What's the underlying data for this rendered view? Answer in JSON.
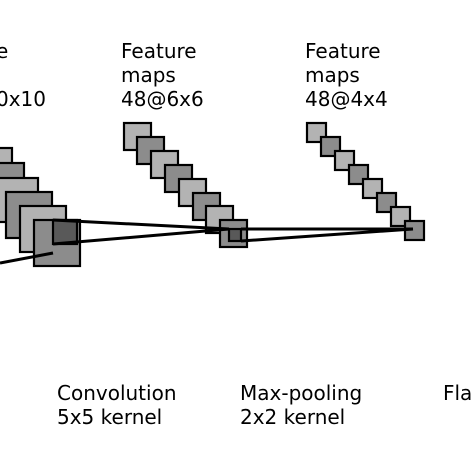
{
  "colors": {
    "fill_light": "#b3b3b3",
    "fill_mid": "#8c8c8c",
    "fill_dark": "#595959",
    "stroke": "#000000",
    "background": "#ffffff"
  },
  "top_labels": {
    "layer0": {
      "line1": "e",
      "line3": "0x10"
    },
    "layer1": {
      "line1": "Feature",
      "line2": "maps",
      "line3": "48@6x6"
    },
    "layer2": {
      "line1": "Feature",
      "line2": "maps",
      "line3": "48@4x4"
    }
  },
  "bottom_labels": {
    "op1": {
      "line1": "Convolution",
      "line2": "5x5 kernel"
    },
    "op2": {
      "line1": "Max-pooling",
      "line2": "2x2 kernel"
    },
    "op3": {
      "line1": "Fla"
    }
  }
}
